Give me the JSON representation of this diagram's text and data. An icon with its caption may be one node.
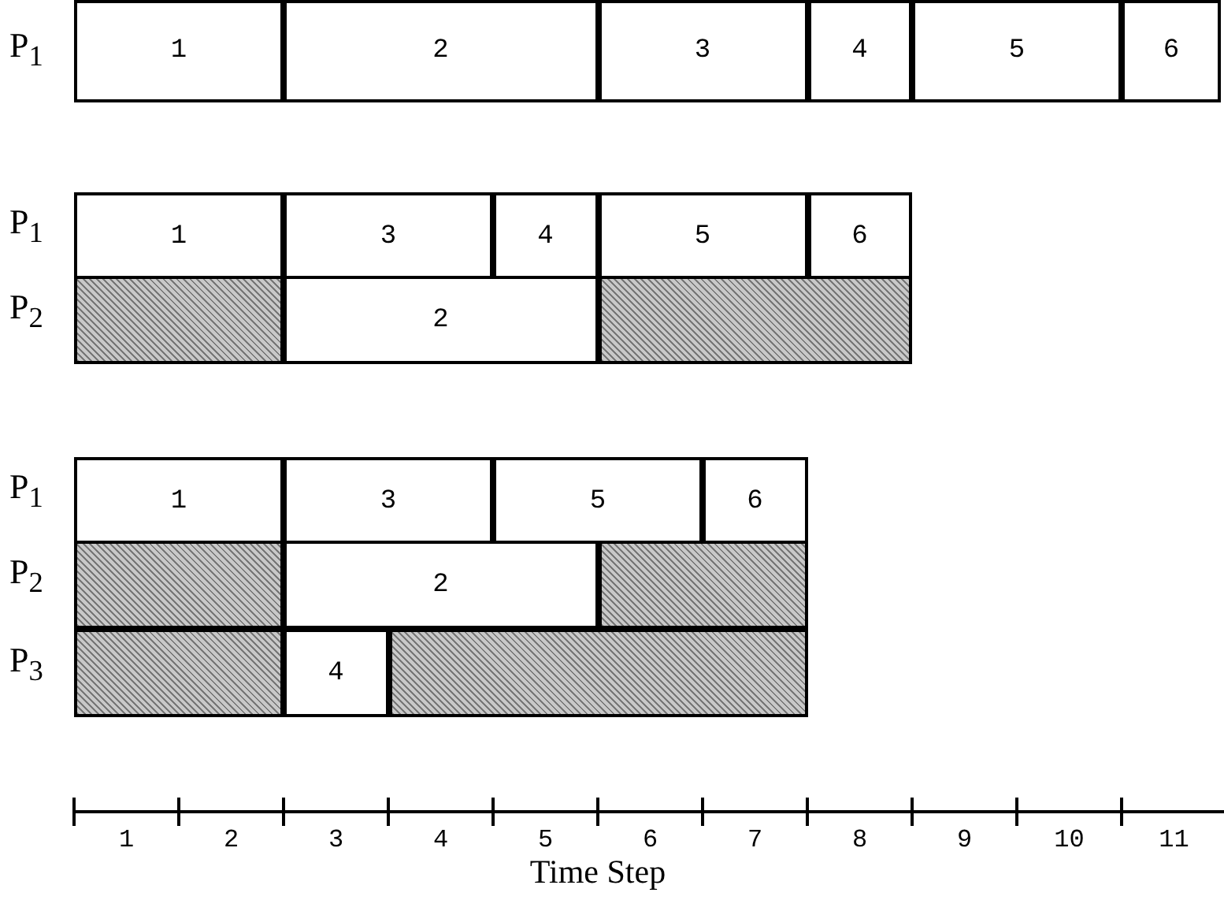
{
  "diagram": {
    "nodes": [
      {
        "text": [
          "1"
        ]
      },
      {
        "text": [
          "2"
        ]
      },
      {
        "text": [
          "3"
        ]
      },
      {
        "text": [
          "4"
        ]
      },
      {
        "text": [
          "5"
        ]
      },
      {
        "text": [
          "6"
        ]
      },
      {
        "text": [
          "1"
        ]
      },
      {
        "text": [
          "3"
        ]
      },
      {
        "text": [
          "4"
        ]
      },
      {
        "text": [
          "5"
        ]
      },
      {
        "text": [
          "6"
        ]
      },
      {
        "text": [],
        "shape": "box"
      },
      {
        "text": [
          "2"
        ]
      },
      {
        "text": [],
        "shape": "box"
      },
      {
        "text": [
          "1"
        ]
      },
      {
        "text": [
          "3"
        ]
      },
      {
        "text": [
          "5"
        ]
      },
      {
        "text": [
          "6"
        ]
      },
      {
        "text": [],
        "shape": "box"
      },
      {
        "text": [
          "2"
        ]
      },
      {
        "text": [],
        "shape": "box"
      },
      {
        "text": [],
        "shape": "box"
      },
      {
        "text": [
          "4"
        ]
      },
      {
        "text": [],
        "shape": "box"
      }
    ],
    "labels": [
      "P$_{1}$",
      "P$_{1}$",
      "P$_{2}$",
      "P$_{1}$",
      "P$_{2}$",
      "P$_{3}$",
      "1",
      "2",
      "3",
      "4",
      "5",
      "6",
      "7",
      "8",
      "9",
      "10",
      "11",
      "Time Step"
    ]
  }
}
